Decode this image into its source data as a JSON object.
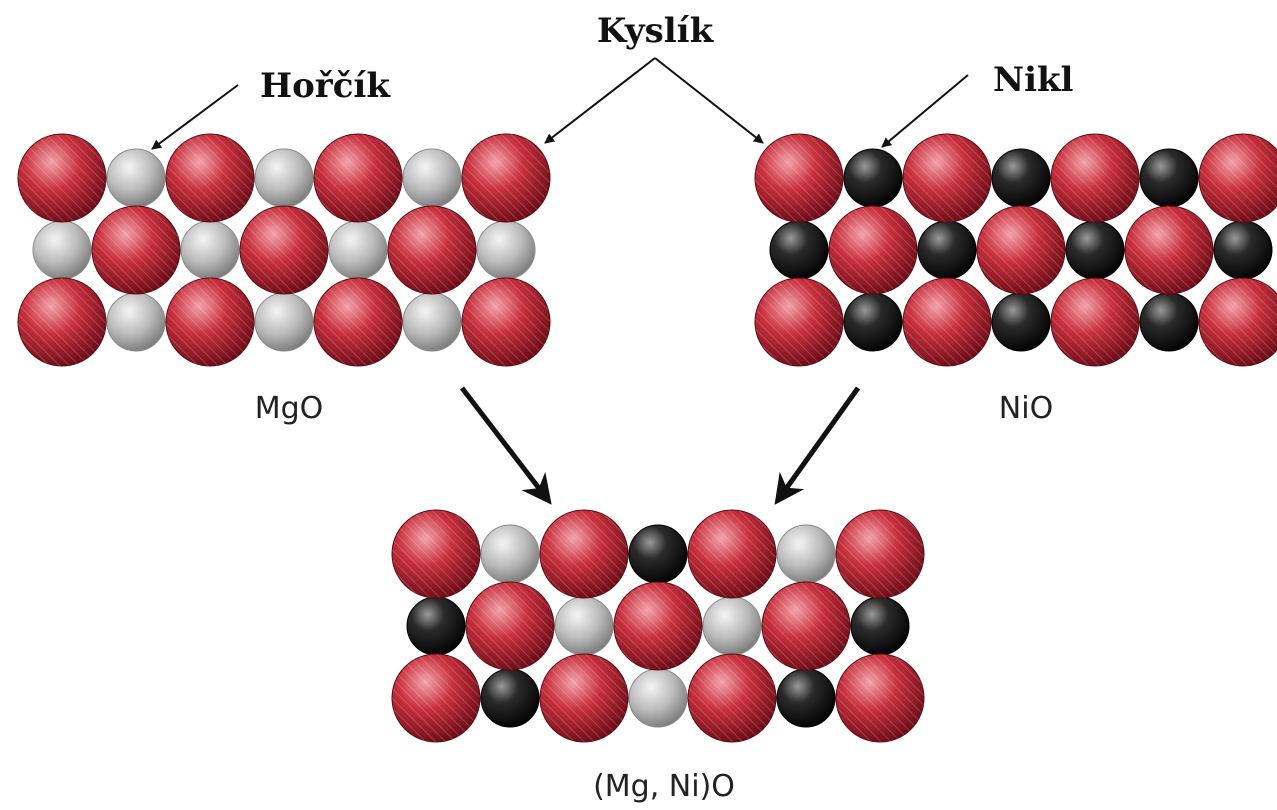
{
  "labels": {
    "oxygen": "Kyslík",
    "magnesium": "Hořčík",
    "nickel": "Nikl",
    "mgo": "MgO",
    "nio": "NiO",
    "mixed": "(Mg, Ni)O"
  },
  "colors": {
    "oxygen": "#b8202e",
    "magnesium": "#bdbdbd",
    "nickel": "#1e1e1e",
    "arrow": "#111111"
  },
  "lattices": {
    "mgo": [
      [
        "O",
        "Mg",
        "O",
        "Mg",
        "O",
        "Mg",
        "O"
      ],
      [
        "Mg",
        "O",
        "Mg",
        "O",
        "Mg",
        "O",
        "Mg"
      ],
      [
        "O",
        "Mg",
        "O",
        "Mg",
        "O",
        "Mg",
        "O"
      ]
    ],
    "nio": [
      [
        "O",
        "Ni",
        "O",
        "Ni",
        "O",
        "Ni",
        "O"
      ],
      [
        "Ni",
        "O",
        "Ni",
        "O",
        "Ni",
        "O",
        "Ni"
      ],
      [
        "O",
        "Ni",
        "O",
        "Ni",
        "O",
        "Ni",
        "O"
      ]
    ],
    "mixed": [
      [
        "O",
        "Mg",
        "O",
        "Ni",
        "O",
        "Mg",
        "O"
      ],
      [
        "Ni",
        "O",
        "Mg",
        "O",
        "Mg",
        "O",
        "Ni"
      ],
      [
        "O",
        "Ni",
        "O",
        "Mg",
        "O",
        "Ni",
        "O"
      ]
    ]
  }
}
